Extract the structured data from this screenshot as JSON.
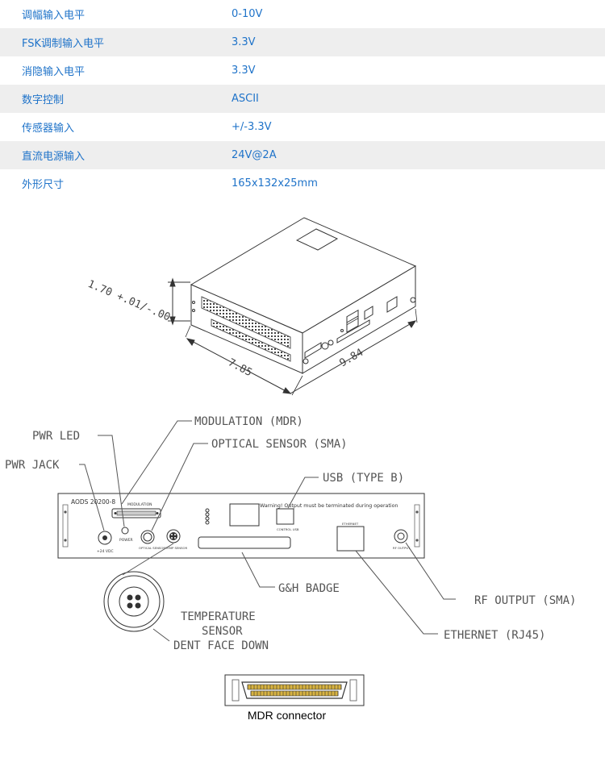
{
  "specs": [
    {
      "label": "调幅输入电平",
      "value": "0-10V"
    },
    {
      "label": "FSK调制输入电平",
      "value": "3.3V"
    },
    {
      "label": "消隐输入电平",
      "value": "3.3V"
    },
    {
      "label": "数字控制",
      "value": "ASCII"
    },
    {
      "label": "传感器输入",
      "value": "+/-3.3V"
    },
    {
      "label": "直流电源输入",
      "value": "24V@2A"
    },
    {
      "label": "外形尺寸",
      "value": "165x132x25mm"
    }
  ],
  "iso_drawing": {
    "height_dim": "1.70 +.01/-.00",
    "width_dim": "7.85",
    "depth_dim": "9.84"
  },
  "panel": {
    "model": "AODS 20200-8",
    "warning": "Warning! Output must be terminated during operation",
    "small_labels": {
      "modulation": "MODULATION",
      "power": "POWER",
      "supply": "+24 VDC",
      "optical": "OPTICAL SENSOR",
      "temp": "TEMP SENSOR",
      "control_usb": "CONTROL USB",
      "ethernet": "ETHERNET",
      "rf_out": "RF OUTPUT"
    }
  },
  "callouts": {
    "modulation": "MODULATION (MDR)",
    "pwr_led": "PWR LED",
    "optical_sensor": "OPTICAL SENSOR (SMA)",
    "pwr_jack": "PWR JACK",
    "usb": "USB (TYPE B)",
    "gh_badge": "G&H BADGE",
    "temperature_1": "TEMPERATURE",
    "temperature_2": "SENSOR",
    "temperature_3": "DENT FACE DOWN",
    "rf_output": "RF OUTPUT (SMA)",
    "ethernet": "ETHERNET (RJ45)"
  },
  "mdr_caption": "MDR connector"
}
